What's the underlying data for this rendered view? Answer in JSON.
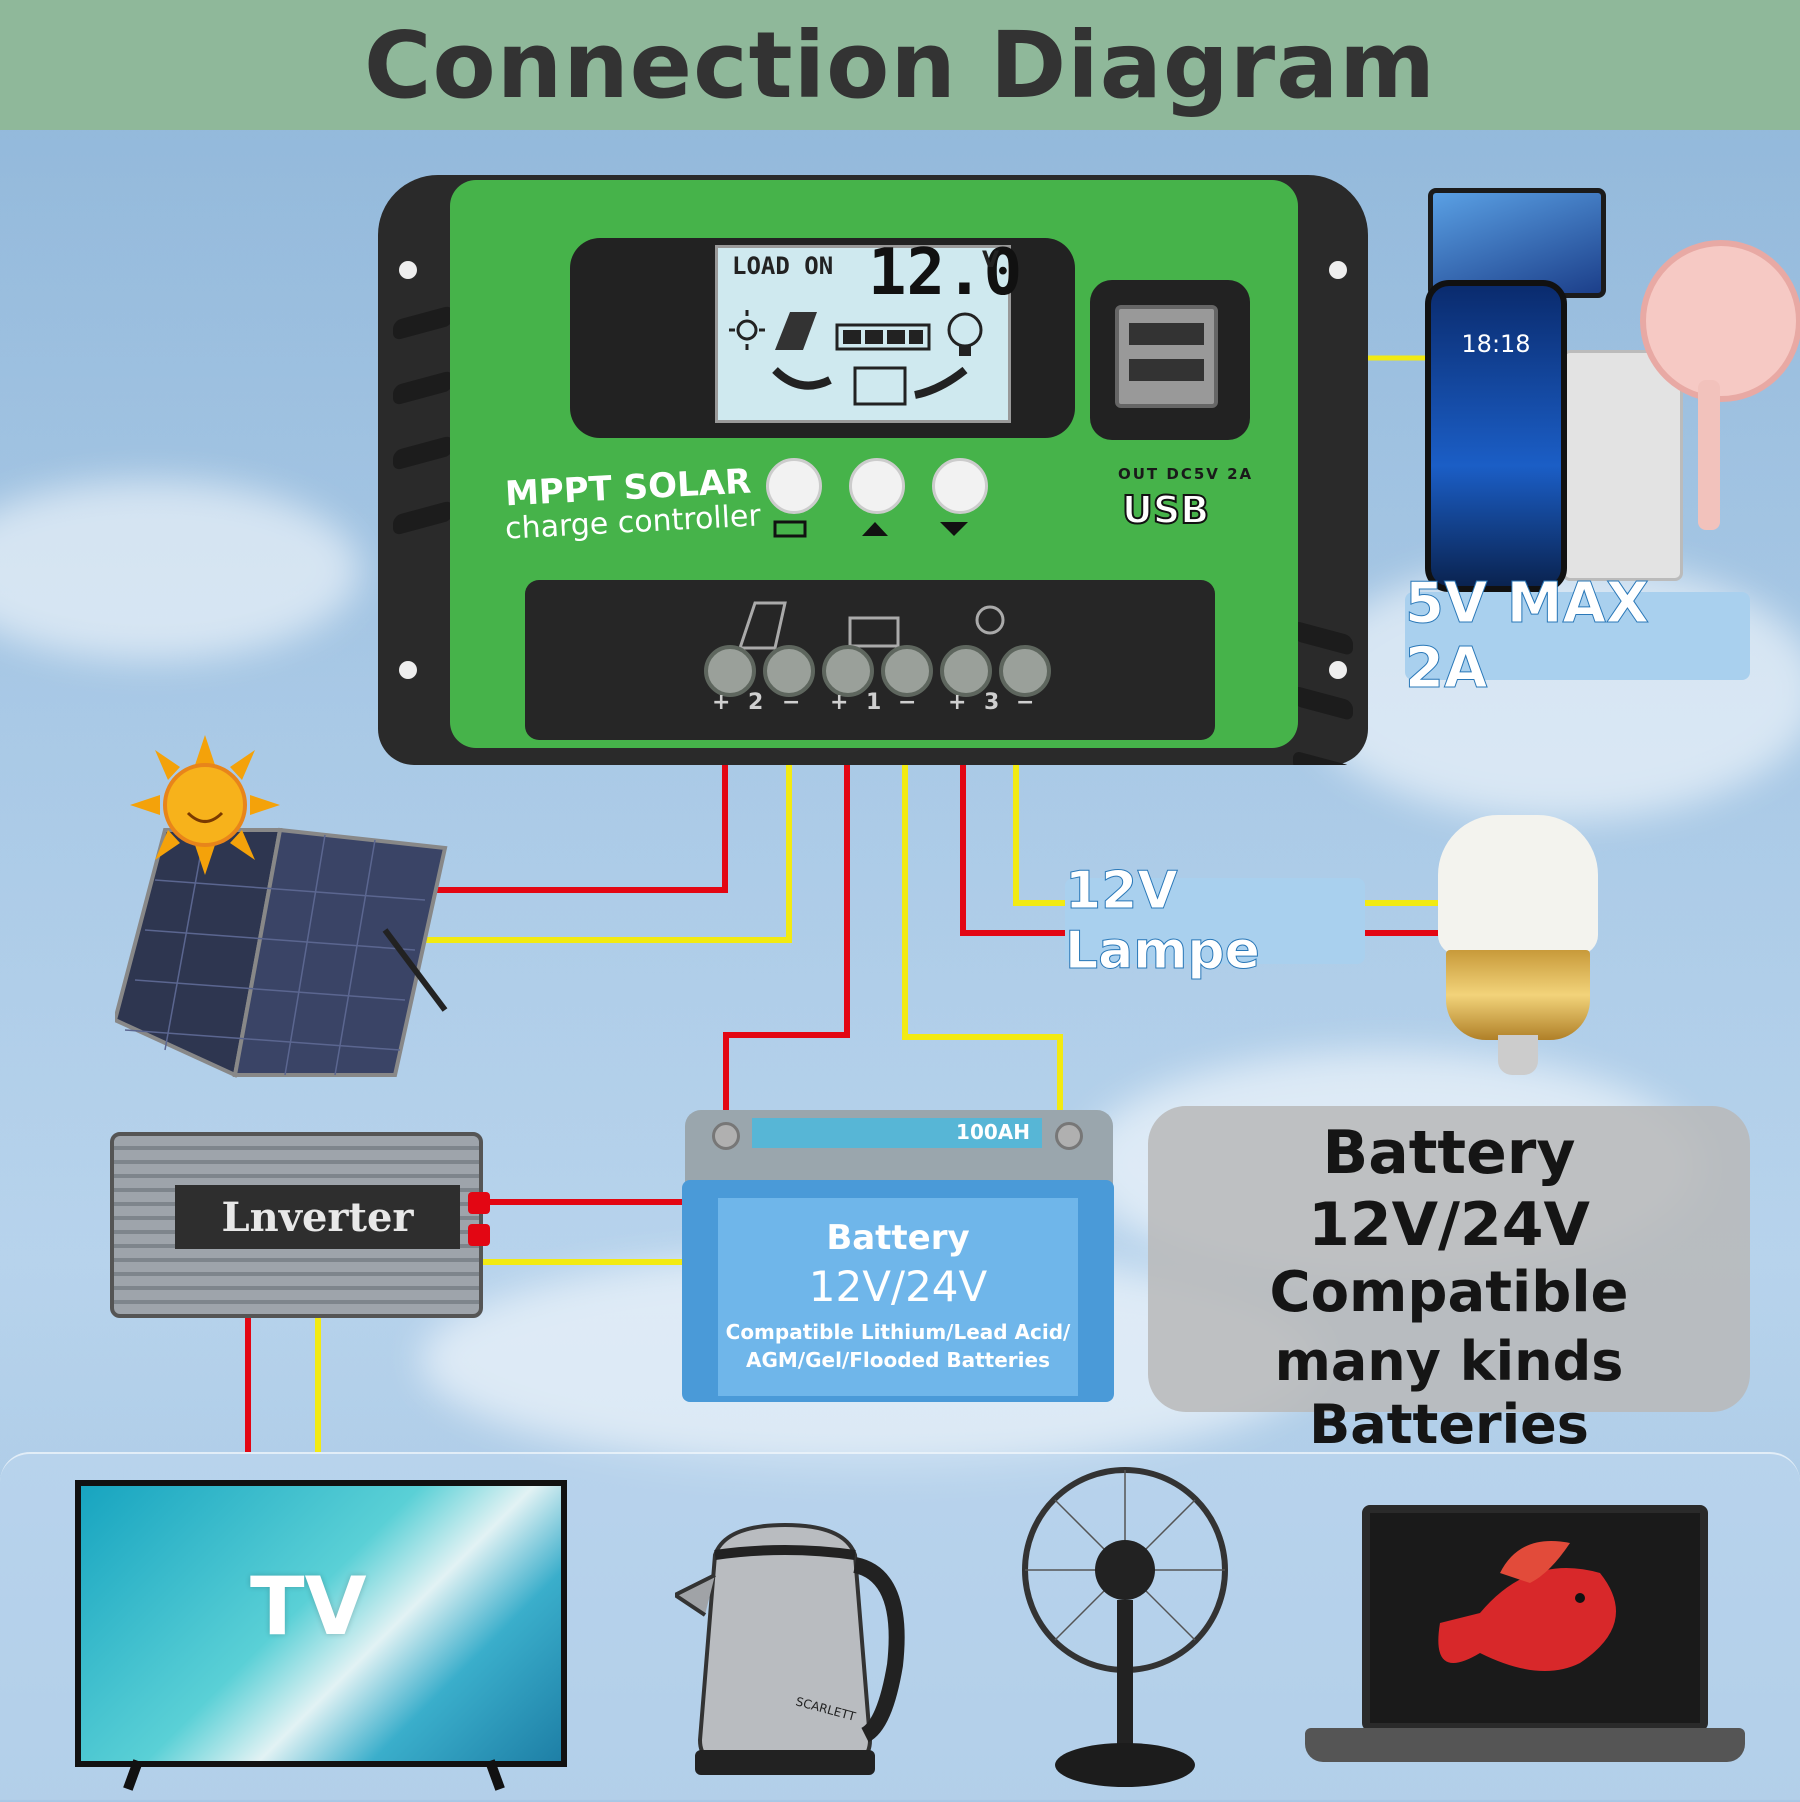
{
  "title": "Connection Diagram",
  "controller": {
    "brand_line1": "MPPT SOLAR",
    "brand_line2": "charge controller",
    "lcd_status": "LOAD ON",
    "lcd_voltage": "12.0",
    "lcd_unit": "V",
    "usb_output_label": "OUT DC5V 2A",
    "usb_logo": "USB",
    "terminal_labels": [
      "+",
      "2",
      "−",
      "+",
      "1",
      "−",
      "+",
      "3",
      "−"
    ]
  },
  "usb_callout": "5V MAX 2A",
  "phone_time": "18:18",
  "lamp_callout": "12V Lampe",
  "battery_card": {
    "line1": "Battery",
    "line2": "12V/24V",
    "line3": "Compatible",
    "line4": "many kinds Batteries"
  },
  "battery": {
    "title": "Battery",
    "voltage": "12V/24V",
    "compat_line1": "Compatible Lithium/Lead Acid/",
    "compat_line2": "AGM/Gel/Flooded Batteries",
    "cap_label": "100AH"
  },
  "inverter_label": "Lnverter",
  "tv_label": "TV",
  "kettle_brand": "SCARLETT",
  "wire_colors": {
    "positive": "#e30613",
    "negative": "#f2ea12"
  }
}
